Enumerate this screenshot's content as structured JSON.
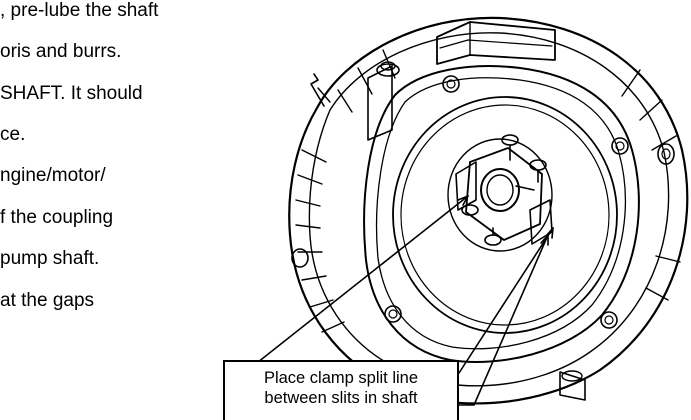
{
  "document": {
    "text_lines": [
      ", pre-lube the shaft",
      "oris and burrs.",
      "SHAFT.  It should",
      "ce.",
      "ngine/motor/",
      "f the coupling",
      "pump shaft.",
      "at the gaps"
    ]
  },
  "figure": {
    "callout_lines": [
      "Place clamp split line",
      "between slits in shaft"
    ]
  }
}
